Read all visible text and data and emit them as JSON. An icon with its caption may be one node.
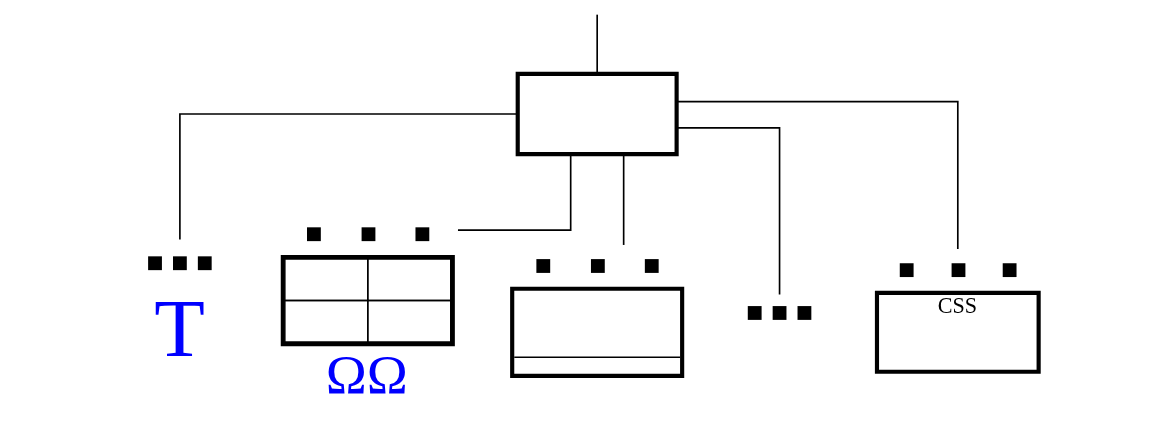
{
  "diagram": {
    "nodes": [
      {
        "text": [],
        "shape": "box"
      },
      {
        "text": [
          "T"
        ]
      },
      {
        "text": [],
        "shape": "table",
        "beside": [
          "ΩΩ"
        ]
      },
      {
        "text": [],
        "shape": "box"
      },
      {
        "text": [],
        "shape": "dots"
      },
      {
        "text": [
          "CSS"
        ]
      }
    ],
    "edges": [
      {
        "from": null,
        "to": 0,
        "arrow": "none"
      },
      {
        "from": 0,
        "to": 1,
        "arrow": "none"
      },
      {
        "from": 0,
        "to": 2,
        "arrow": "none"
      },
      {
        "from": 0,
        "to": 3,
        "arrow": "none"
      },
      {
        "from": 0,
        "to": 4,
        "arrow": "none"
      },
      {
        "from": 0,
        "to": 5,
        "arrow": "none"
      }
    ]
  }
}
